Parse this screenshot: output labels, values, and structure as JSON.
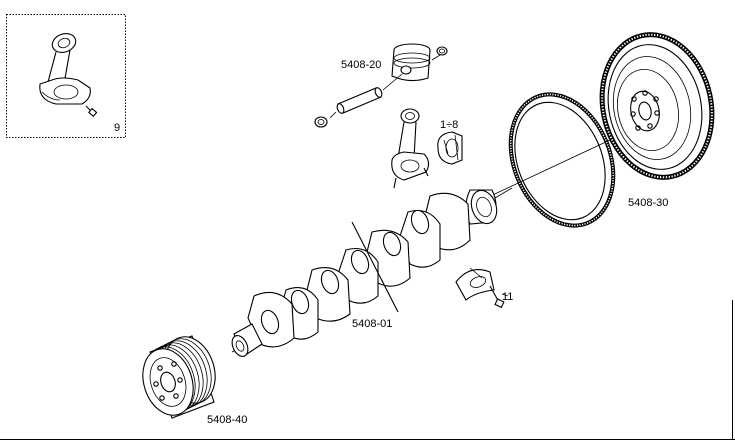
{
  "labels": {
    "inset_ref": "9",
    "piston": "5408-20",
    "bearing_shells": "1÷8",
    "flywheel": "5408-30",
    "crankshaft": "5408-01",
    "bolt": "11",
    "pulley": "5408-40"
  }
}
